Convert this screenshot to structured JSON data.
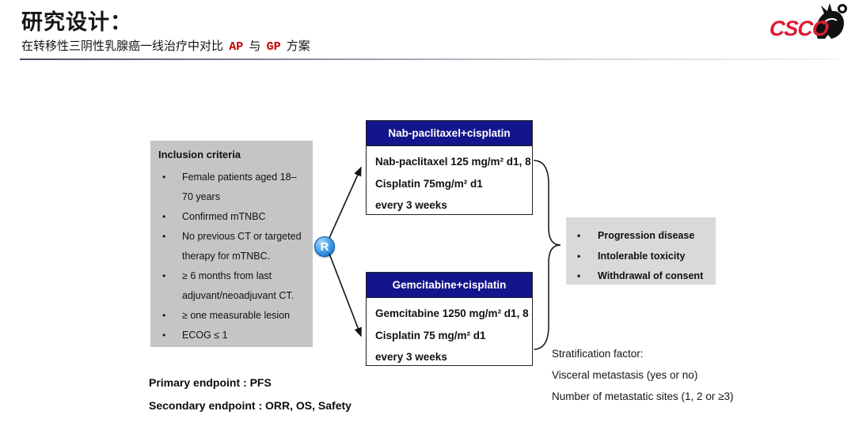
{
  "header": {
    "title": "研究设计：",
    "subtitle_part1": "在转移性三阴性乳腺癌一线治疗中对比",
    "subtitle_ap": "AP",
    "subtitle_mid": "与",
    "subtitle_gp": "GP",
    "subtitle_part3": "方案",
    "logo_text": "CSCO"
  },
  "inclusion": {
    "title": "Inclusion criteria",
    "items": [
      "Female patients aged 18–70 years",
      "Confirmed mTNBC",
      "No previous CT or targeted therapy for mTNBC.",
      "≥ 6 months from last adjuvant/neoadjuvant CT.",
      "≥ one measurable lesion",
      "ECOG ≤ 1"
    ]
  },
  "randomization": {
    "label": "R"
  },
  "arm_top": {
    "header": "Nab-paclitaxel+cisplatin",
    "lines": [
      "Nab-paclitaxel 125 mg/m² d1, 8",
      "Cisplatin 75mg/m² d1",
      "every 3 weeks"
    ]
  },
  "arm_bottom": {
    "header": "Gemcitabine+cisplatin",
    "lines": [
      "Gemcitabine 1250 mg/m² d1, 8",
      "Cisplatin 75 mg/m² d1",
      "every 3 weeks"
    ]
  },
  "discontinuation": {
    "items": [
      "Progression disease",
      "Intolerable toxicity",
      "Withdrawal of consent"
    ]
  },
  "stratification": {
    "lines": [
      "Stratification factor:",
      "Visceral metastasis (yes or no)",
      "Number of metastatic sites (1, 2 or ≥3)"
    ]
  },
  "endpoints": {
    "primary": "Primary endpoint : PFS",
    "secondary": "Secondary endpoint : ORR, OS, Safety"
  },
  "colors": {
    "navy": "#14148c",
    "red": "#c00000",
    "logo_red": "#e01a33",
    "gray_left": "#c5c5c5",
    "gray_right": "#d9d9d9"
  }
}
